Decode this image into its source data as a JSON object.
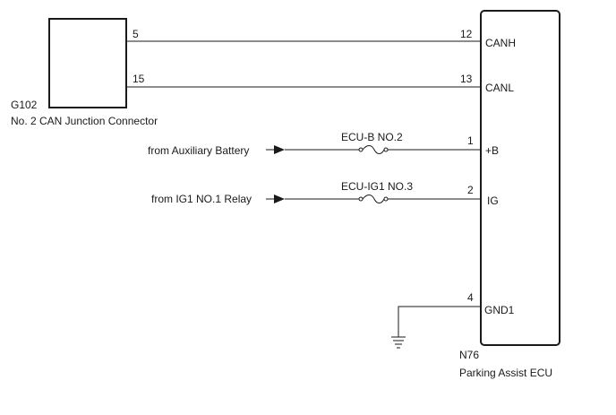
{
  "junction_connector": {
    "code": "G102",
    "name": "No. 2 CAN Junction Connector"
  },
  "ecu": {
    "code": "N76",
    "name": "Parking Assist ECU"
  },
  "circuits": [
    {
      "id": "canh",
      "from_pin": "5",
      "to_pin": "12",
      "terminal": "CANH"
    },
    {
      "id": "canl",
      "from_pin": "15",
      "to_pin": "13",
      "terminal": "CANL"
    },
    {
      "id": "b",
      "source": "from Auxiliary Battery",
      "fuse": "ECU-B NO.2",
      "to_pin": "1",
      "terminal": "+B"
    },
    {
      "id": "ig",
      "source": "from IG1 NO.1 Relay",
      "fuse": "ECU-IG1 NO.3",
      "to_pin": "2",
      "terminal": "IG"
    },
    {
      "id": "gnd",
      "to_pin": "4",
      "terminal": "GND1",
      "ground": true
    }
  ]
}
